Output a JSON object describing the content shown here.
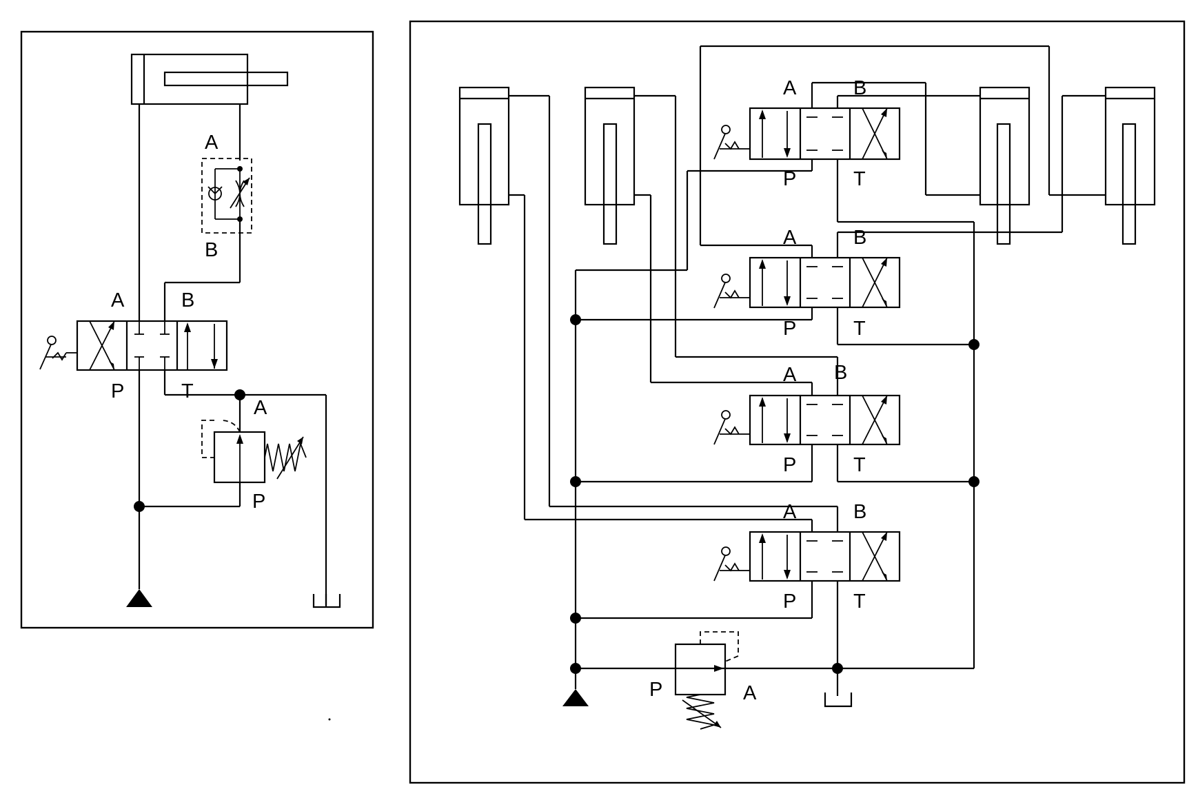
{
  "colors": {
    "line": "#000000",
    "background": "#ffffff"
  },
  "left_circuit": {
    "flow_valve_labels": [
      "A",
      "B"
    ],
    "directional_valve_labels": [
      "A",
      "B",
      "P",
      "T"
    ],
    "relief_valve_labels": [
      "A",
      "P"
    ]
  },
  "right_circuit": {
    "valves": [
      {
        "port_labels": [
          "A",
          "B",
          "P",
          "T"
        ]
      },
      {
        "port_labels": [
          "A",
          "B",
          "P",
          "T"
        ]
      },
      {
        "port_labels": [
          "A",
          "B",
          "P",
          "T"
        ]
      },
      {
        "port_labels": [
          "A",
          "B",
          "P",
          "T"
        ]
      }
    ],
    "relief_valve_labels": [
      "P",
      "A"
    ]
  },
  "icons": [
    "pump-icon",
    "tank-icon",
    "lever-icon",
    "spring-icon",
    "check-valve-icon",
    "cylinder-icon"
  ]
}
